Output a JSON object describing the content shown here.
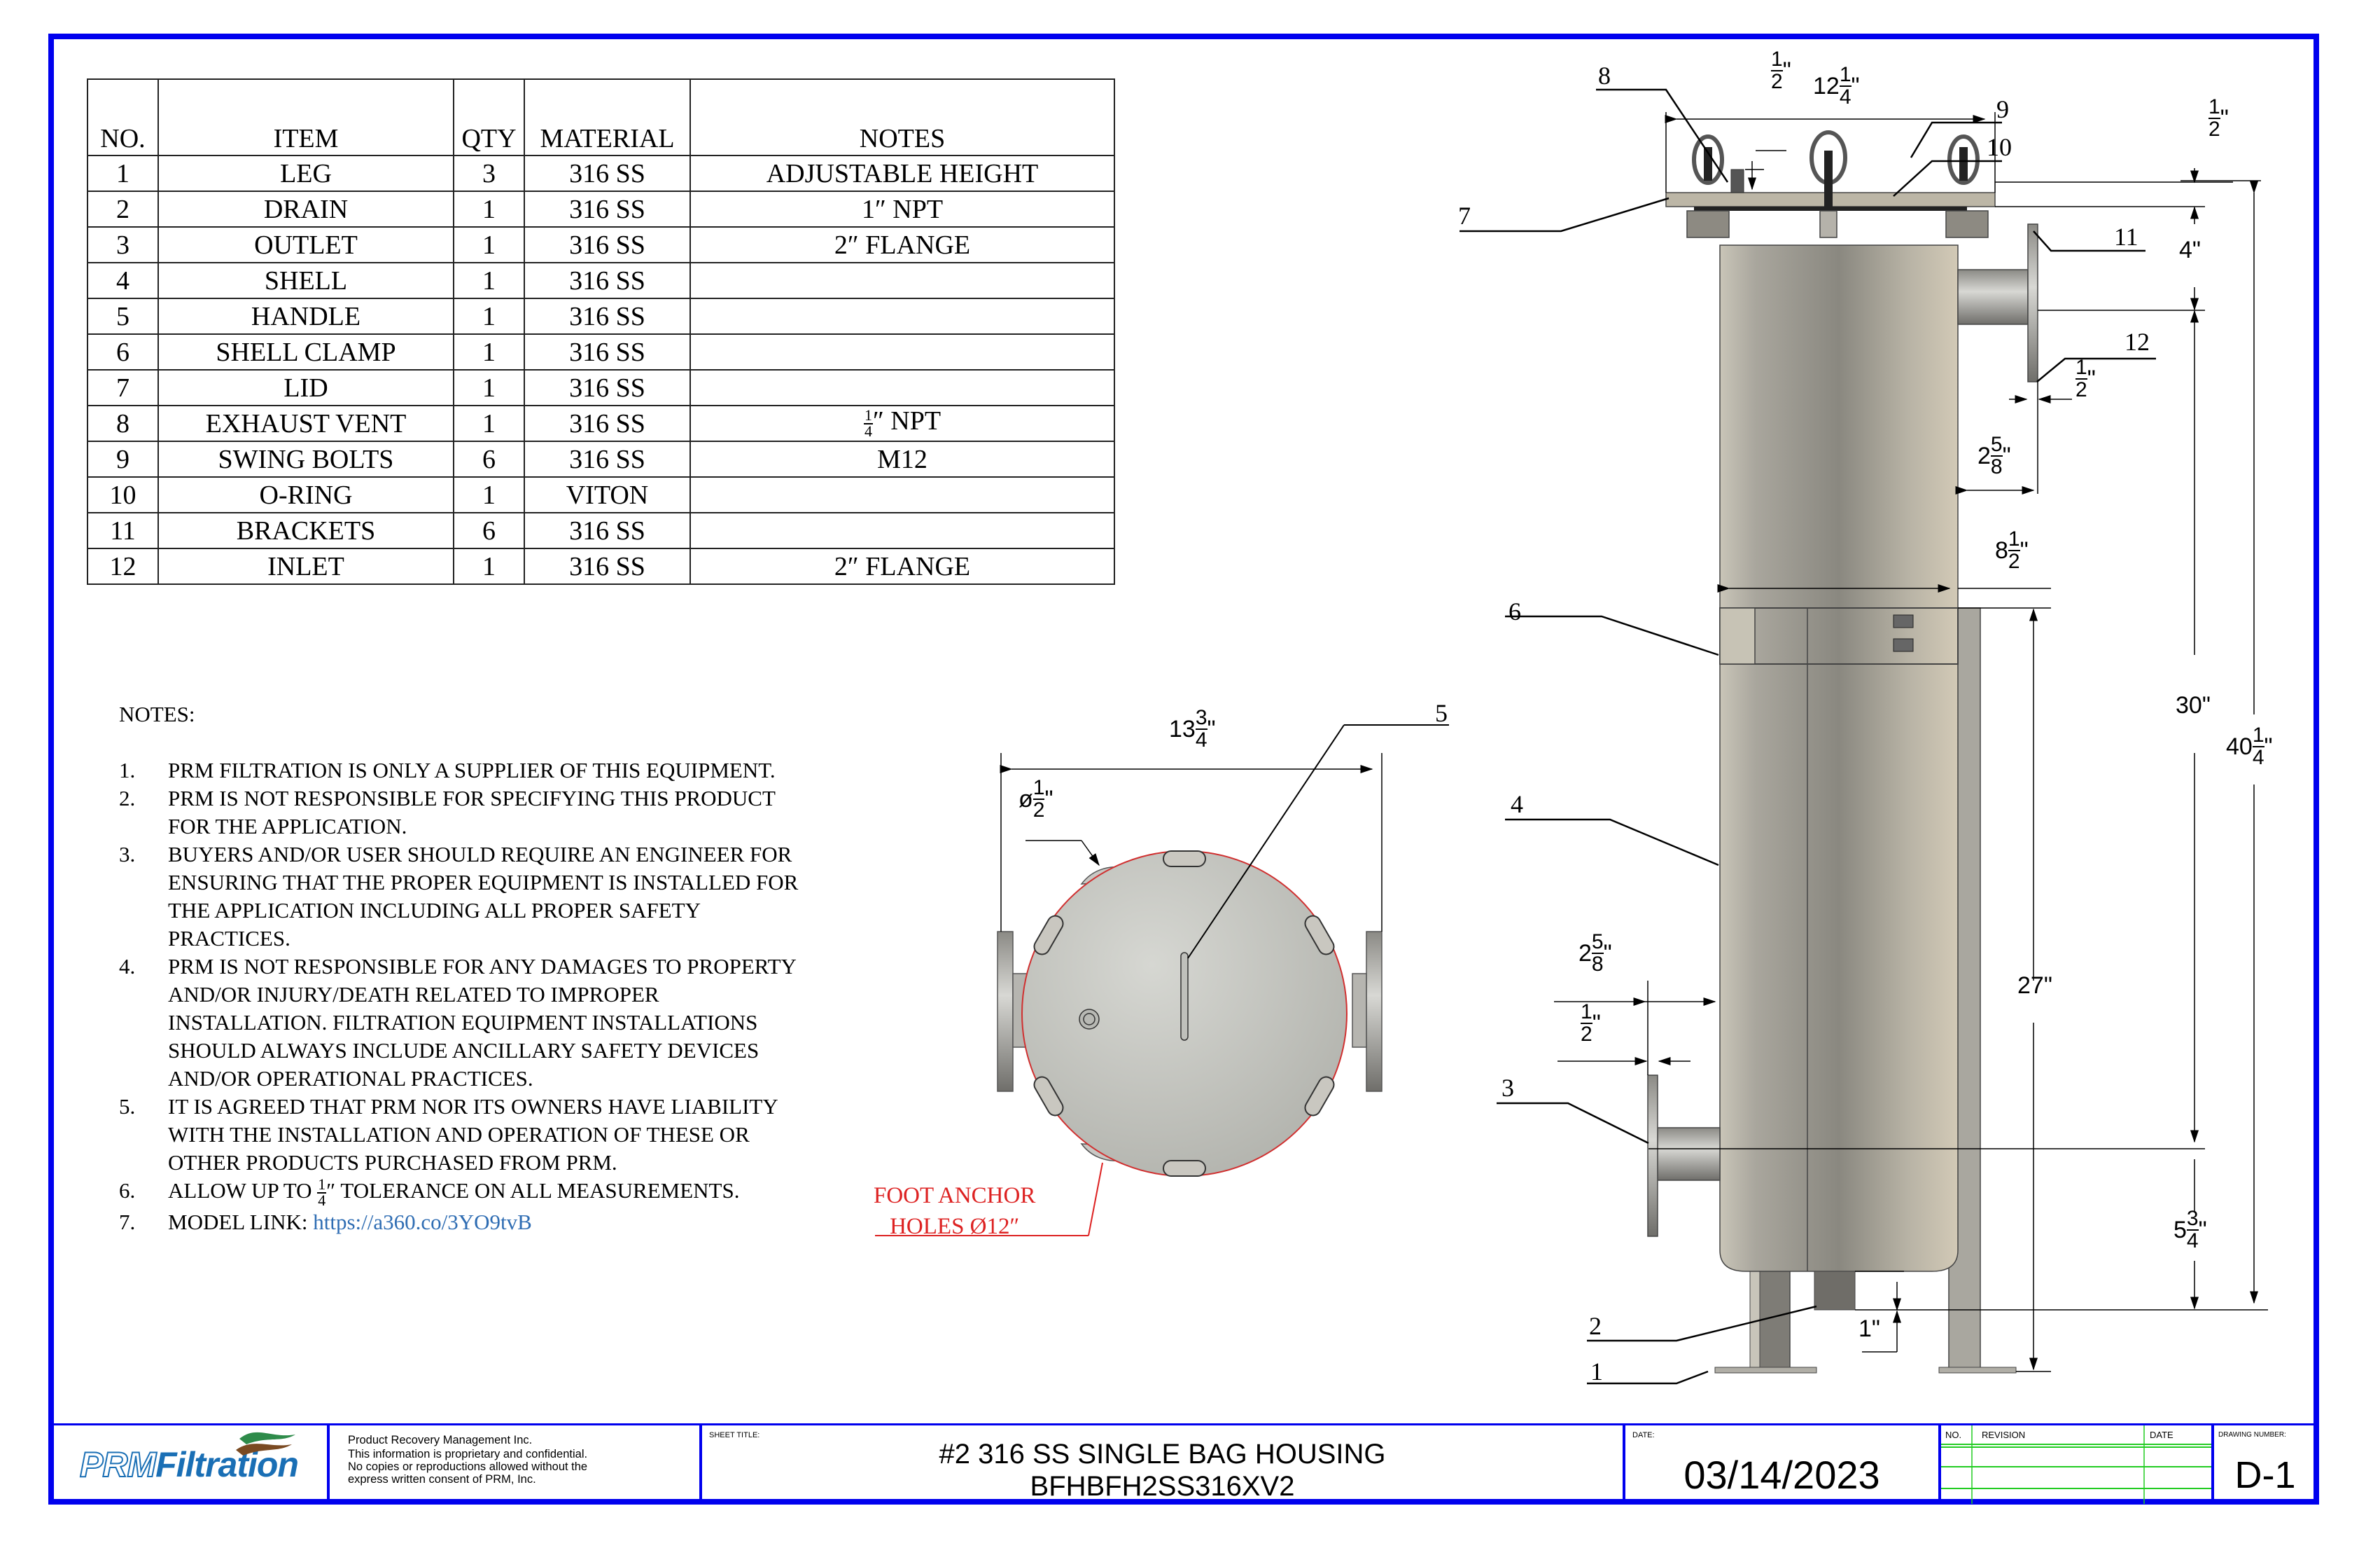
{
  "bom": {
    "headers": {
      "no": "NO.",
      "item": "ITEM",
      "qty": "QTY",
      "material": "MATERIAL",
      "notes": "NOTES"
    },
    "rows": [
      {
        "no": "1",
        "item": "LEG",
        "qty": "3",
        "material": "316 SS",
        "notes": "ADJUSTABLE HEIGHT"
      },
      {
        "no": "2",
        "item": "DRAIN",
        "qty": "1",
        "material": "316 SS",
        "notes": "1″ NPT"
      },
      {
        "no": "3",
        "item": "OUTLET",
        "qty": "1",
        "material": "316 SS",
        "notes": "2″ FLANGE"
      },
      {
        "no": "4",
        "item": "SHELL",
        "qty": "1",
        "material": "316 SS",
        "notes": ""
      },
      {
        "no": "5",
        "item": "HANDLE",
        "qty": "1",
        "material": "316 SS",
        "notes": ""
      },
      {
        "no": "6",
        "item": "SHELL CLAMP",
        "qty": "1",
        "material": "316 SS",
        "notes": ""
      },
      {
        "no": "7",
        "item": "LID",
        "qty": "1",
        "material": "316 SS",
        "notes": ""
      },
      {
        "no": "8",
        "item": "EXHAUST VENT",
        "qty": "1",
        "material": "316 SS",
        "notes_frac_num": "1",
        "notes_frac_den": "4",
        "notes": "″ NPT"
      },
      {
        "no": "9",
        "item": "SWING BOLTS",
        "qty": "6",
        "material": "316 SS",
        "notes": "M12"
      },
      {
        "no": "10",
        "item": "O-RING",
        "qty": "1",
        "material": "VITON",
        "notes": ""
      },
      {
        "no": "11",
        "item": "BRACKETS",
        "qty": "6",
        "material": "316 SS",
        "notes": ""
      },
      {
        "no": "12",
        "item": "INLET",
        "qty": "1",
        "material": "316 SS",
        "notes": "2″ FLANGE"
      }
    ]
  },
  "notes": {
    "title": "NOTES:",
    "items": [
      {
        "n": "1.",
        "text": "PRM FILTRATION IS ONLY A SUPPLIER OF THIS EQUIPMENT."
      },
      {
        "n": "2.",
        "text": "PRM IS NOT RESPONSIBLE FOR SPECIFYING THIS PRODUCT FOR THE APPLICATION."
      },
      {
        "n": "3.",
        "text": "BUYERS AND/OR USER SHOULD REQUIRE AN ENGINEER FOR ENSURING THAT THE PROPER EQUIPMENT IS INSTALLED FOR THE APPLICATION INCLUDING ALL PROPER SAFETY PRACTICES."
      },
      {
        "n": "4.",
        "text": "PRM IS NOT RESPONSIBLE FOR ANY DAMAGES TO PROPERTY AND/OR INJURY/DEATH RELATED TO IMPROPER INSTALLATION. FILTRATION EQUIPMENT INSTALLATIONS SHOULD ALWAYS INCLUDE ANCILLARY SAFETY DEVICES AND/OR OPERATIONAL PRACTICES."
      },
      {
        "n": "5.",
        "text": "IT IS AGREED THAT PRM NOR ITS OWNERS HAVE LIABILITY WITH THE INSTALLATION AND OPERATION OF THESE OR OTHER PRODUCTS PURCHASED FROM PRM."
      },
      {
        "n": "6.",
        "pre": "ALLOW UP TO ",
        "frac_num": "1",
        "frac_den": "4",
        "post": "″ TOLERANCE ON ALL MEASUREMENTS."
      },
      {
        "n": "7.",
        "pre": "MODEL LINK: ",
        "link": "https://a360.co/3YO9tvB"
      }
    ]
  },
  "top_view": {
    "width_dim": {
      "whole": "13",
      "num": "3",
      "den": "4",
      "unit": "\""
    },
    "hole_dim": {
      "prefix": "ø",
      "num": "1",
      "den": "2",
      "unit": "\""
    },
    "callout": "5",
    "foot_anchor_note": [
      "FOOT ANCHOR",
      "HOLES Ø12″"
    ],
    "colors": {
      "shell": "#c2c3bd",
      "edge": "#d03030",
      "note": "#dd2222"
    }
  },
  "side_view": {
    "callouts": [
      "1",
      "2",
      "3",
      "4",
      "6",
      "7",
      "8",
      "9",
      "10",
      "11",
      "12"
    ],
    "dims": {
      "lid_width": {
        "whole": "12",
        "num": "1",
        "den": "4",
        "unit": "\""
      },
      "vent_height": {
        "whole": "",
        "num": "1",
        "den": "2",
        "unit": "\""
      },
      "lid_thickness": {
        "whole": "",
        "num": "1",
        "den": "2",
        "unit": "\""
      },
      "inlet_drop": {
        "whole": "4",
        "unit": "\""
      },
      "inlet_flange_thk": {
        "whole": "",
        "num": "1",
        "den": "2",
        "unit": "\""
      },
      "inlet_reach": {
        "whole": "2",
        "num": "5",
        "den": "8",
        "unit": "\""
      },
      "shell_dia": {
        "whole": "8",
        "num": "1",
        "den": "2",
        "unit": "\""
      },
      "shell_height": {
        "whole": "30",
        "unit": "\""
      },
      "overall_height": {
        "whole": "40",
        "num": "1",
        "den": "4",
        "unit": "\""
      },
      "leg_height": {
        "whole": "27",
        "unit": "\""
      },
      "outlet_reach": {
        "whole": "2",
        "num": "5",
        "den": "8",
        "unit": "\""
      },
      "outlet_flange_thk": {
        "whole": "",
        "num": "1",
        "den": "2",
        "unit": "\""
      },
      "outlet_height": {
        "whole": "5",
        "num": "3",
        "den": "4",
        "unit": "\""
      },
      "drain_len": {
        "whole": "1",
        "unit": "\""
      }
    }
  },
  "title_block": {
    "logo": {
      "prm": "PRM",
      "filtration": "Filtration"
    },
    "company_info": [
      "Product Recovery Management Inc.",
      "This information is proprietary and confidential.",
      "No copies or reproductions allowed without the",
      "express written consent of PRM, Inc."
    ],
    "sheet_title_label": "SHEET TITLE:",
    "sheet_title": [
      "#2 316 SS SINGLE BAG HOUSING",
      "BFHBFH2SS316XV2"
    ],
    "date_label": "DATE:",
    "date": "03/14/2023",
    "revision_headers": {
      "no": "NO.",
      "revision": "REVISION",
      "date": "DATE"
    },
    "drawing_number_label": "DRAWING NUMBER:",
    "drawing_number": "D-1",
    "colors": {
      "frame": "#0000ee",
      "rev_lines": "#22cc22",
      "logo_blue": "#1a6fb5",
      "logo_green": "#2e8b4a",
      "logo_brown": "#7a4a22"
    }
  }
}
